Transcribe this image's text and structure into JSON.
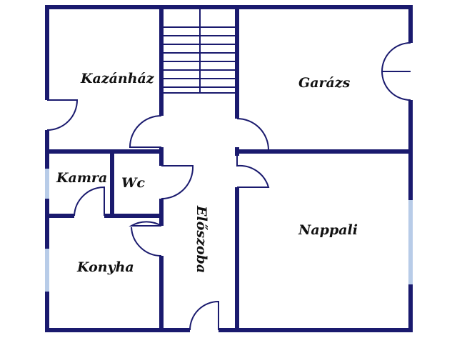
{
  "rooms": {
    "kazanhaz": "Kazánház",
    "garazs": "Garázs",
    "kamra": "Kamra",
    "wc": "Wc",
    "nappali": "Nappali",
    "konyha": "Konyha",
    "eloszoba": "Előszoba"
  },
  "colors": {
    "wall": "#1a1a6e",
    "window": "#b8cce8",
    "text": "#111111",
    "background": "#ffffff"
  }
}
